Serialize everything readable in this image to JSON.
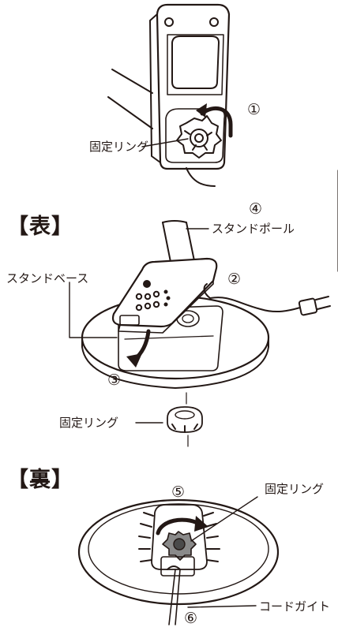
{
  "steps": [
    "①",
    "②",
    "③",
    "④",
    "⑤",
    "⑥"
  ],
  "labels": {
    "fixing_ring": "固定リング",
    "stand_pole": "スタンドポール",
    "stand_base": "スタンドベース",
    "cord_guide": "コードガイト"
  },
  "sections": {
    "front": "【表】",
    "back": "【裏】"
  }
}
